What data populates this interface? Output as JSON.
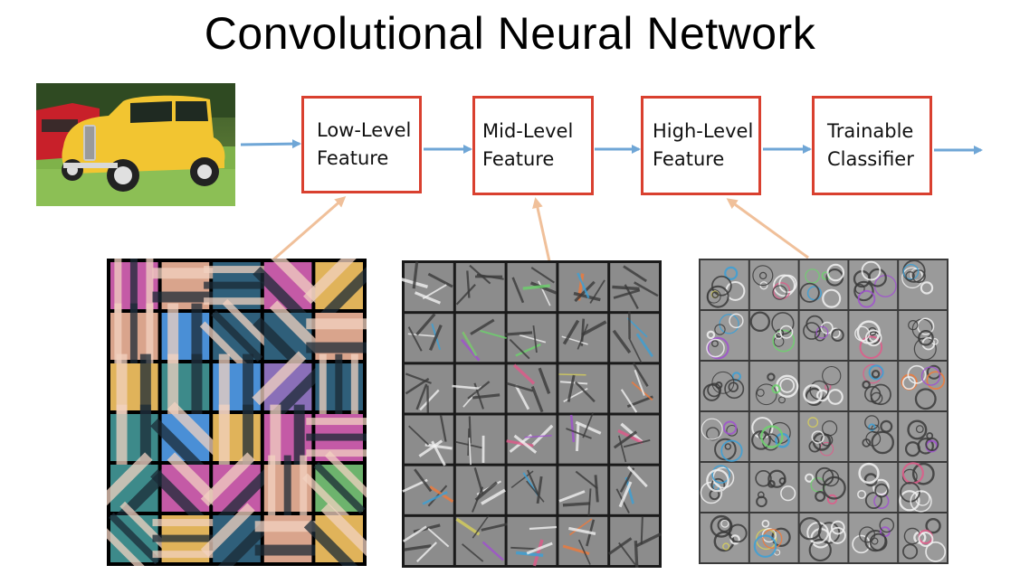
{
  "title": "Convolutional Neural Network",
  "stages": [
    {
      "id": "low",
      "label": "Low-Level\nFeature"
    },
    {
      "id": "mid",
      "label": "Mid-Level\nFeature"
    },
    {
      "id": "high",
      "label": "High-Level\nFeature"
    },
    {
      "id": "clf",
      "label": "Trainable\nClassifier"
    }
  ],
  "colors": {
    "box_border": "#d9402f",
    "flow_arrow": "#6fa6d6",
    "feature_arrow": "#f0c09a"
  }
}
